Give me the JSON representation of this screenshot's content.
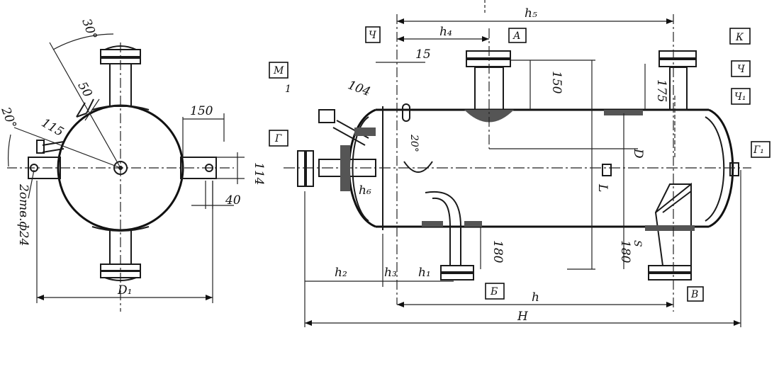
{
  "left_view": {
    "angle_top": "30°",
    "angle_left": "20°",
    "dim_50": "50",
    "dim_115": "115",
    "dim_150": "150",
    "dim_114": "114",
    "dim_40": "40",
    "holes": "2отв.ф24",
    "d1": "D₁"
  },
  "right_view": {
    "h5": "h₅",
    "h4": "h₄",
    "dim_15": "15",
    "dim_104": "104",
    "dim_150": "150",
    "dim_175": "175",
    "angle_20": "20°",
    "h6": "h₆",
    "D": "D",
    "L": "L",
    "dim_180_a": "180",
    "dim_180_b": "180",
    "S": "S",
    "h2": "h₂",
    "h3": "h₃",
    "h1": "h₁",
    "h": "h",
    "H": "H",
    "dim_1": "1"
  },
  "tags": {
    "A": "А",
    "K": "К",
    "Ch1": "Ч",
    "Ch2": "Ч",
    "Ch3": "Ч₁",
    "M": "М",
    "G": "Г",
    "G1": "Г₁",
    "B": "Б",
    "V": "В"
  }
}
